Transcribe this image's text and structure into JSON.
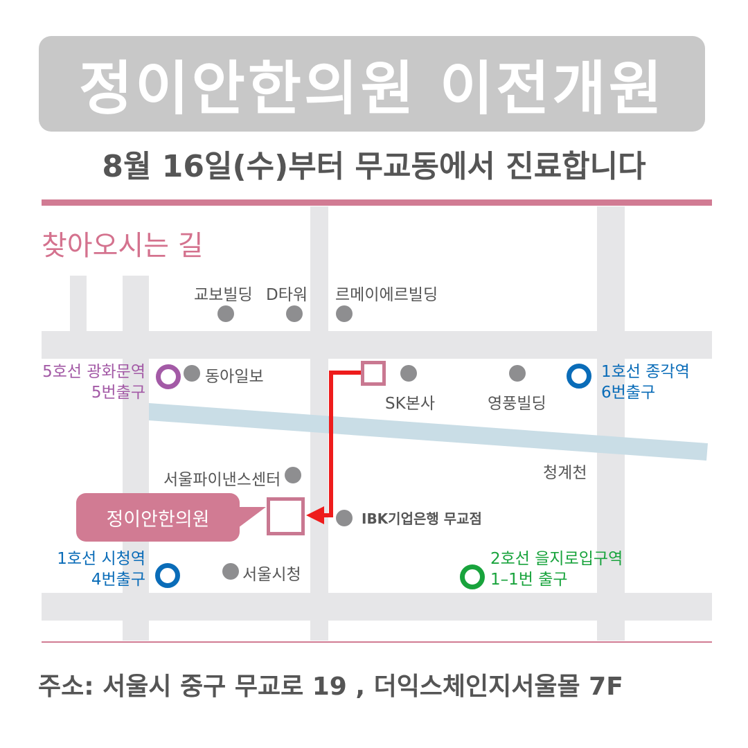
{
  "header": {
    "title": "정이안한의원 이전개원",
    "subtitle": "8월 16일(수)부터 무교동에서 진료합니다"
  },
  "map": {
    "section_title": "찾아오시는 길",
    "landmarks": {
      "kyobo": "교보빌딩",
      "dtower": "D타워",
      "lemeilleur": "르메이에르빌딩",
      "donga": "동아일보",
      "sk": "SK본사",
      "youngpoong": "영풍빌딩",
      "cheonggyecheon": "청계천",
      "seoul_finance": "서울파이낸스센터",
      "ibk": "IBK기업은행 무교점",
      "city_hall": "서울시청"
    },
    "clinic_label": "정이안한의원",
    "stations": {
      "gwanghwamun": {
        "line1": "5호선 광화문역",
        "line2": "5번출구",
        "color": "#a35aa6"
      },
      "jonggak": {
        "line1": "1호선 종각역",
        "line2": "6번출구",
        "color": "#0a6cb8"
      },
      "city_hall": {
        "line1": "1호선 시청역",
        "line2": "4번출구",
        "color": "#0a6cb8"
      },
      "euljiro": {
        "line1": "2호선 을지로입구역",
        "line2": "1–1번 출구",
        "color": "#18a33c"
      }
    },
    "colors": {
      "road": "#e6e6e8",
      "stream": "#c9dde6",
      "route_arrow": "#ee1c1c",
      "accent_pink": "#d17b93"
    }
  },
  "footer": {
    "address": "주소:  서울시 중구 무교로 19 , 더익스체인지서울몰 7F"
  }
}
